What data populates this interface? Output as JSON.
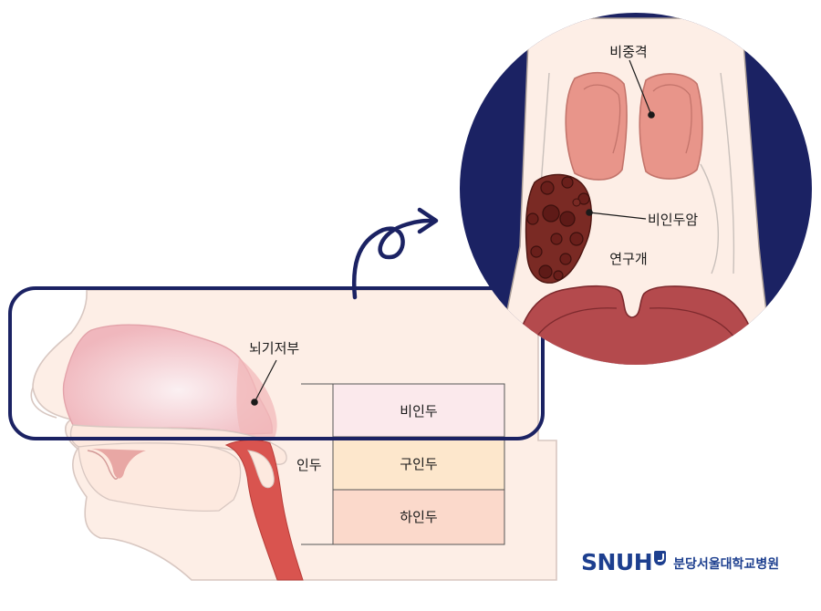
{
  "labels": {
    "nasal_septum": "비중격",
    "nasopharyngeal_cancer": "비인두암",
    "soft_palate": "연구개",
    "skull_base": "뇌기저부",
    "pharynx": "인두",
    "nasopharynx": "비인두",
    "oropharynx": "구인두",
    "hypopharynx": "하인두"
  },
  "logo": {
    "brand": "SNUH",
    "hospital": "분당서울대학교병원"
  },
  "colors": {
    "navy": "#1b2263",
    "tissue_light": "#fde9df",
    "tumor": "#7a2a24",
    "nasopharynx_fill": "#fbe9ec",
    "oropharynx_fill": "#fde7cc",
    "hypopharynx_fill": "#fbd9cb"
  }
}
